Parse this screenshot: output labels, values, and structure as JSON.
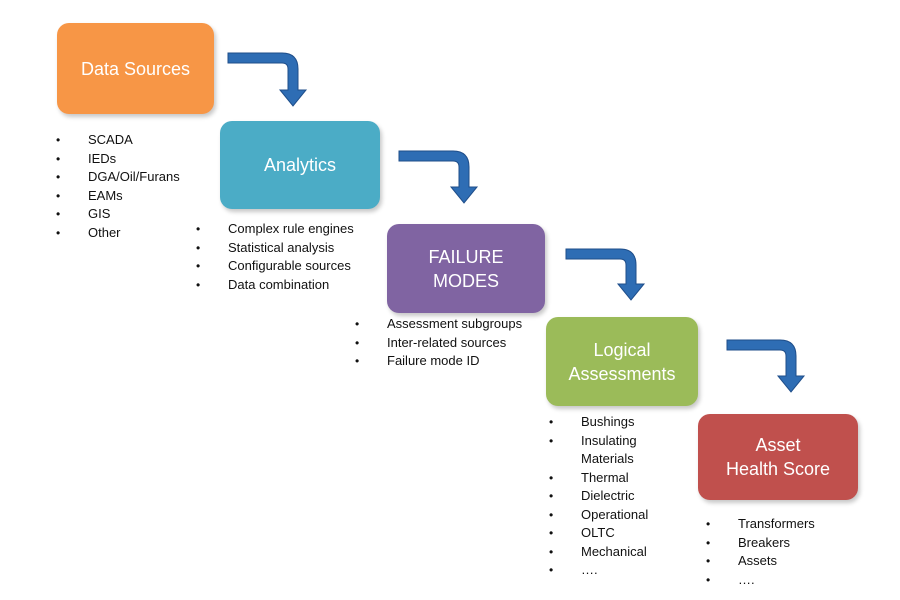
{
  "colors": {
    "data_sources": "#F79646",
    "analytics": "#4BACC6",
    "failure_modes": "#8064A2",
    "logical_assessments": "#9BBB59",
    "asset_health": "#C0504D",
    "arrow": "#2E6DB4"
  },
  "stages": [
    {
      "id": "data-sources",
      "title": [
        "Data Sources"
      ],
      "items": [
        "SCADA",
        "IEDs",
        "DGA/Oil/Furans",
        "EAMs",
        "GIS",
        "Other"
      ]
    },
    {
      "id": "analytics",
      "title": [
        "Analytics"
      ],
      "items": [
        "Complex rule engines",
        "Statistical analysis",
        "Configurable sources",
        "Data combination"
      ]
    },
    {
      "id": "failure-modes",
      "title": [
        "FAILURE",
        "MODES"
      ],
      "items": [
        "Assessment subgroups",
        "Inter-related sources",
        "Failure mode ID"
      ]
    },
    {
      "id": "logical-assessments",
      "title": [
        "Logical",
        "Assessments"
      ],
      "items": [
        "Bushings",
        "Insulating",
        "Materials",
        "Thermal",
        "Dielectric",
        "Operational",
        "OLTC",
        "Mechanical",
        "…."
      ]
    },
    {
      "id": "asset-health-score",
      "title": [
        "Asset",
        "Health Score"
      ],
      "items": [
        "Transformers",
        "Breakers",
        "Assets",
        "…."
      ]
    }
  ]
}
